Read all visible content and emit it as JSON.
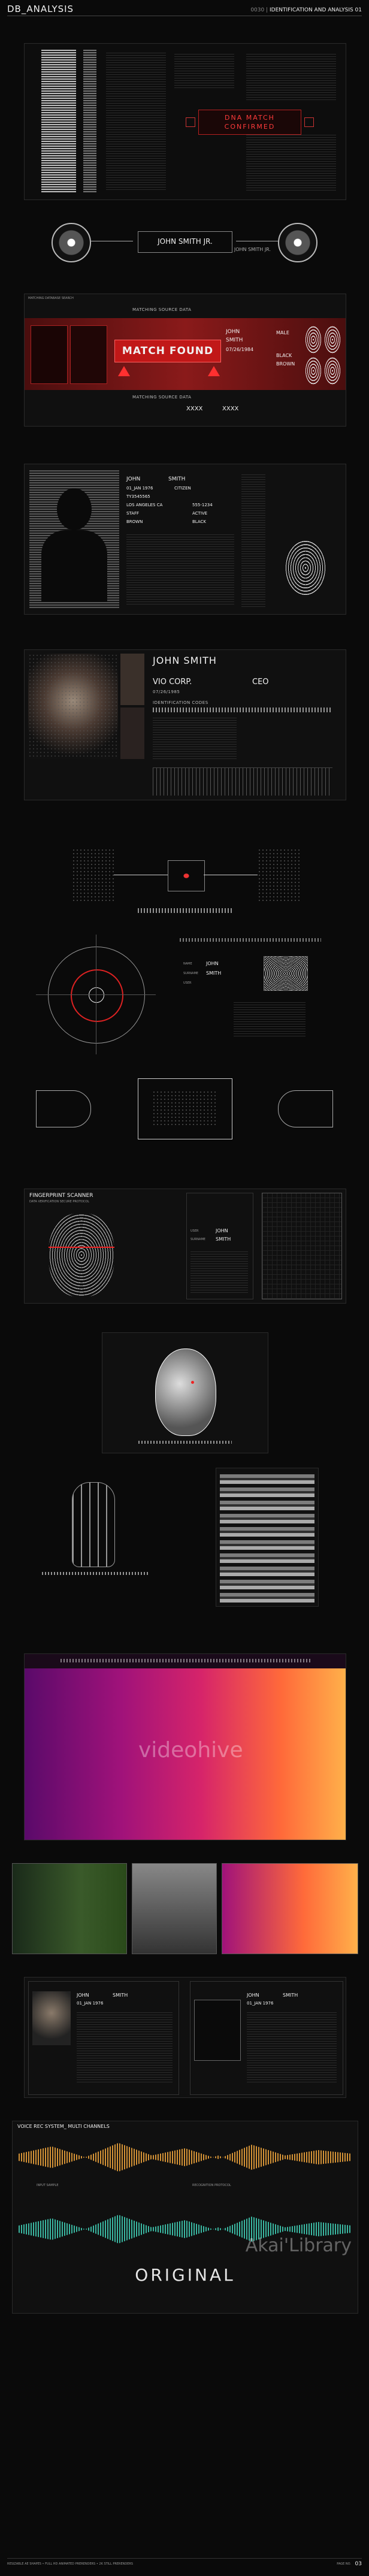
{
  "header": {
    "left_title": "DB_ANALYSIS",
    "right_prefix": "0030 |",
    "right_title": "IDENTIFICATION AND ANALYSIS 01"
  },
  "panel1": {
    "dna_match_line1": "DNA MATCH",
    "dna_match_line2": "CONFIRMED"
  },
  "panel2": {
    "name": "JOHN SMITH JR.",
    "name_right": "JOHN SMITH JR."
  },
  "panel3": {
    "top_left_label": "MATCHING DATABASE SEARCH",
    "source_label": "MATCHING SOURCE DATA",
    "match_found": "MATCH FOUND",
    "first_name": "JOHN",
    "last_name": "SMITH",
    "sex": "MALE",
    "dob": "07/26/1984",
    "eye_color": "BLACK",
    "hair_color": "BROWN",
    "source_label_bottom": "MATCHING SOURCE DATA",
    "id_code": "XXXX",
    "id_code_2": "XXXX"
  },
  "panel4": {
    "first_name": "JOHN",
    "last_name": "SMITH",
    "dob": "01_JAN 1976",
    "citizen": "CITIZEN",
    "country": "LOS ANGELES CA",
    "phone": "555-1234",
    "code": "TY3545565",
    "org": "STAFF",
    "status": "ACTIVE",
    "eye": "BROWN",
    "hair": "BLACK"
  },
  "panel5": {
    "name": "JOHN SMITH",
    "company": "VIO CORP.",
    "role": "CEO",
    "date": "07/26/1985",
    "identification_label": "IDENTIFICATION CODES"
  },
  "panel8": {
    "name_label": "NAME",
    "name": "JOHN",
    "surname_label": "SURNAME",
    "surname": "SMITH",
    "user_label": "USER"
  },
  "panel10": {
    "title": "FINGERPRINT SCANNER",
    "subtitle": "DATA VERIFICATION SECURE PROTOCOL",
    "user_label": "USER",
    "user_value": "JOHN",
    "surname_label": "SURNAME",
    "surname_value": "SMITH"
  },
  "panel13": {
    "watermark": "videohive"
  },
  "panel15": {
    "left_first": "JOHN",
    "left_last": "SMITH",
    "left_dob": "01_JAN 1976",
    "right_first": "JOHN",
    "right_last": "SMITH",
    "right_dob": "01_JAN 1976"
  },
  "panel16": {
    "title": "VOICE REC SYSTEM_ MULTI CHANNELS",
    "input_label": "INPUT SAMPLE",
    "rec_label": "RECOGNITION PROTOCOL",
    "original": "ORIGINAL"
  },
  "footer": {
    "left_text": "RESIZABLE AE SHAPES • FULL HD ANIMATED PRERENDERS • 2K STILL PRERENDERS",
    "brand": "Akai'Library",
    "page_prefix": "PAGE NO.",
    "page_no": "03"
  }
}
